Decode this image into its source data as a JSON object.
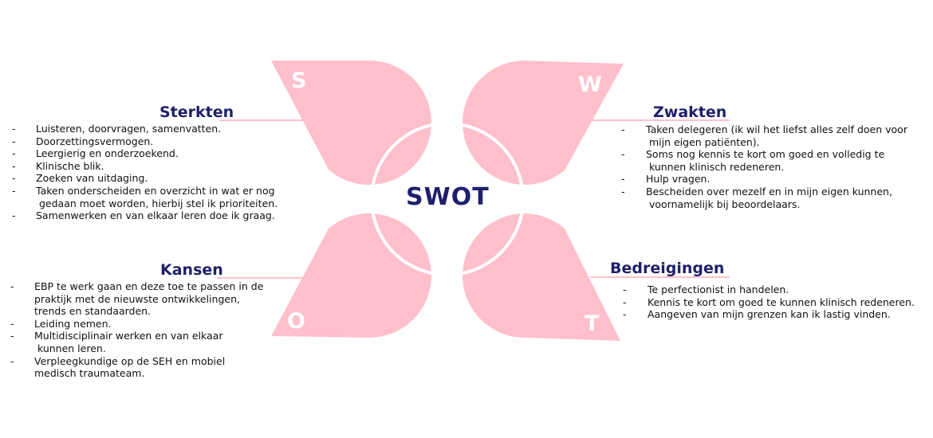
{
  "center_title": "SWOT",
  "colors": {
    "petal": "#ffc0cb",
    "heading": "#1f1f6b",
    "connector": "#ffc0cb",
    "ring": "#ffffff"
  },
  "quadrants": {
    "strengths": {
      "letter": "S",
      "heading": "Sterkten",
      "items": [
        "Luisteren, doorvragen, samenvatten.",
        "Doorzettingsvermogen.",
        "Leergierig en onderzoekend.",
        "Klinische blik.",
        "Zoeken van uitdaging.",
        "Taken onderscheiden en overzicht in wat er nog\n gedaan moet worden, hierbij stel ik prioriteiten.",
        "Samenwerken en van elkaar leren doe ik graag."
      ]
    },
    "weaknesses": {
      "letter": "W",
      "heading": "Zwakten",
      "items": [
        "Taken delegeren (ik wil het liefst alles zelf doen voor\n mijn eigen patiënten).",
        "Soms nog kennis te kort om goed en volledig te\n kunnen klinisch redeneren.",
        "Hulp vragen.",
        "Bescheiden over mezelf en in mijn eigen kunnen,\n voornamelijk bij beoordelaars."
      ]
    },
    "opportunities": {
      "letter": "O",
      "heading": "Kansen",
      "items": [
        "EBP te werk gaan en deze toe te passen in de\npraktijk met de nieuwste ontwikkelingen,\ntrends en standaarden.",
        "Leiding nemen.",
        "Multidisciplinair werken en van elkaar\n kunnen leren.",
        "Verpleegkundige op de SEH en mobiel\nmedisch traumateam."
      ]
    },
    "threats": {
      "letter": "T",
      "heading": "Bedreigingen",
      "items": [
        "Te perfectionist in handelen.",
        "Kennis te kort om goed te kunnen klinisch redeneren.",
        "Aangeven van mijn grenzen kan ik lastig vinden."
      ]
    }
  }
}
